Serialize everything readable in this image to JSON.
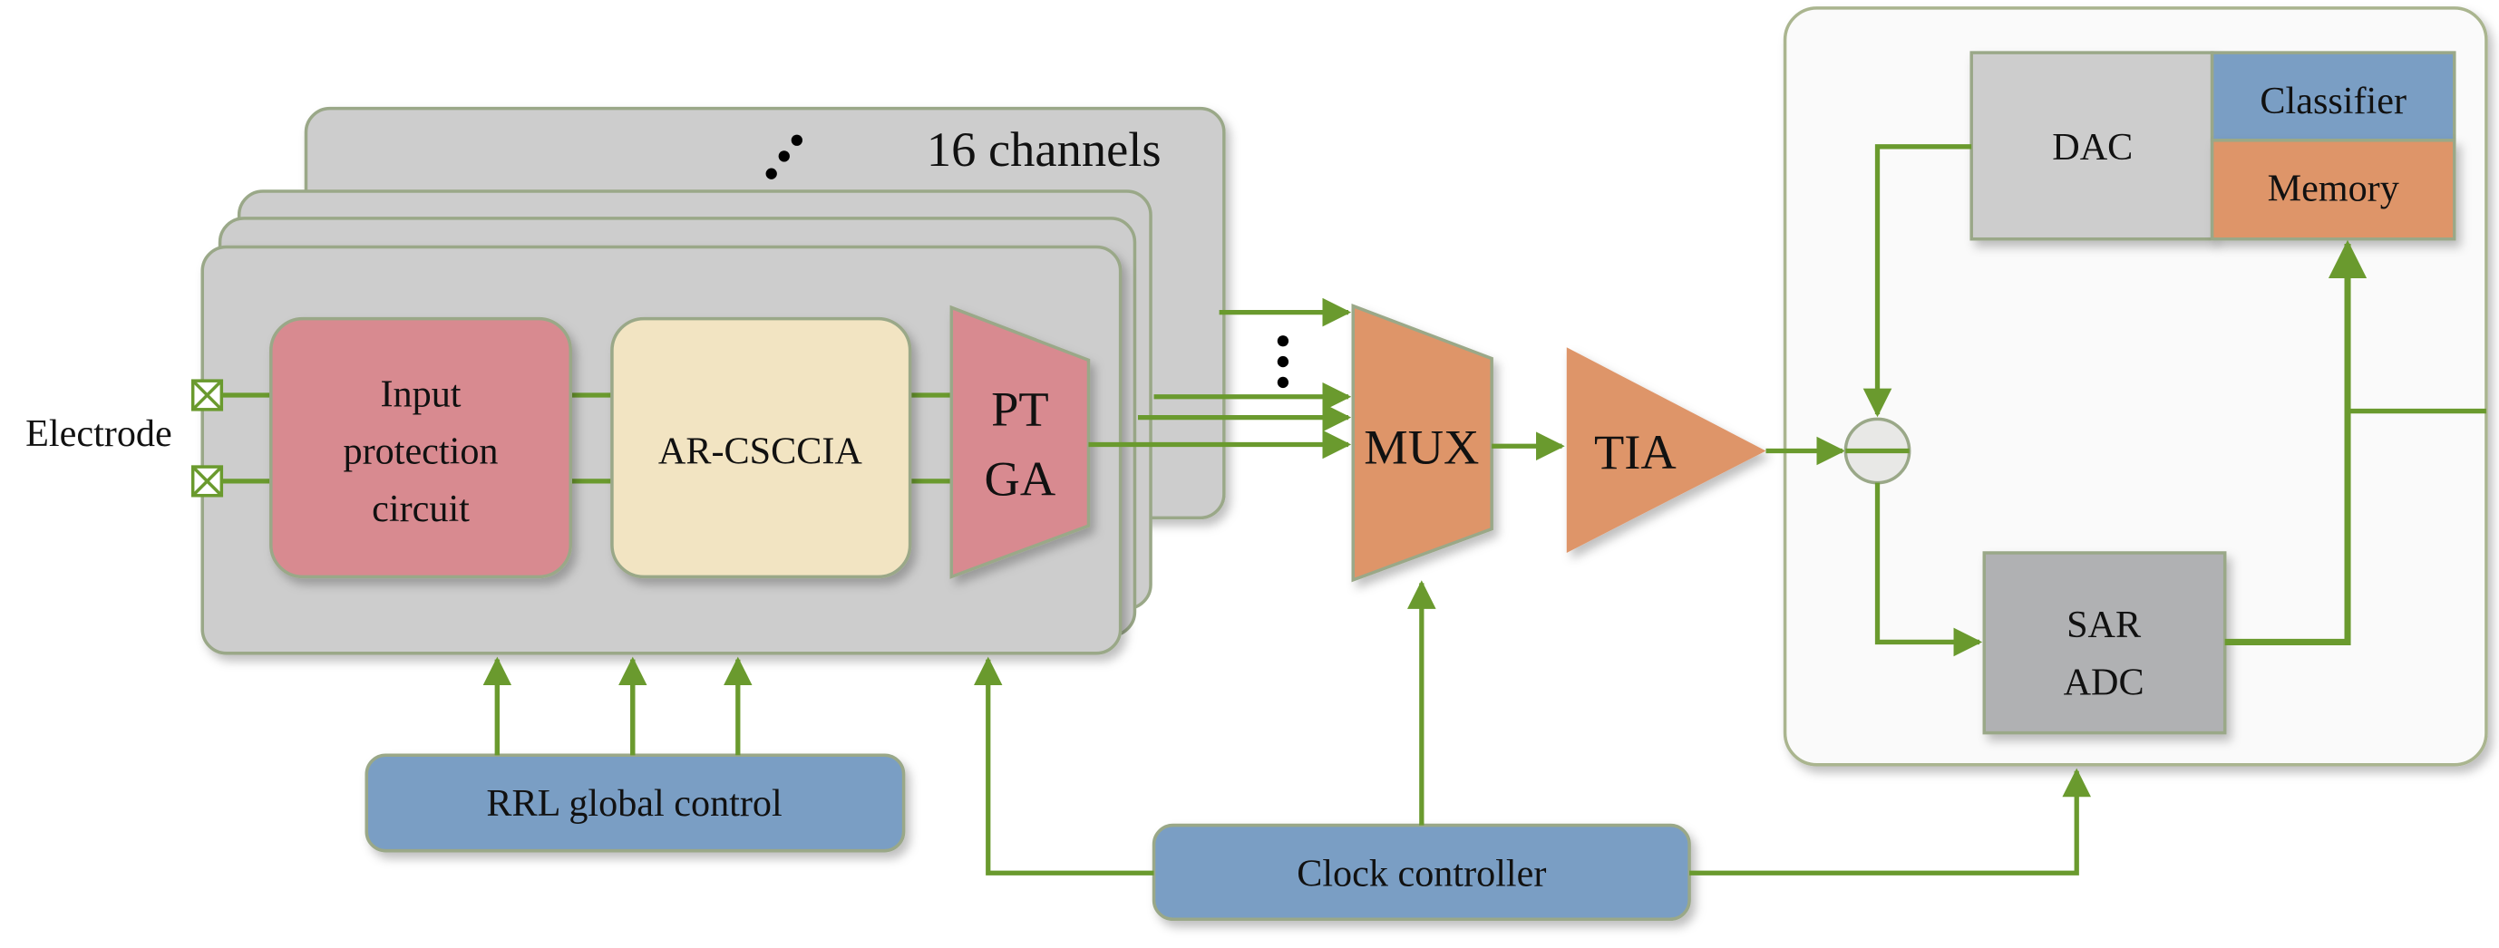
{
  "channels_label": "16 channels",
  "electrode_label": "Electrode",
  "blocks": {
    "input_protection": [
      "Input",
      "protection",
      "circuit"
    ],
    "ar_csccia": "AR-CSCCIA",
    "ptga": [
      "PT",
      "GA"
    ],
    "mux": "MUX",
    "tia": "TIA",
    "dac": "DAC",
    "classifier": "Classifier",
    "memory": "Memory",
    "sar_adc": [
      "SAR",
      "ADC"
    ],
    "rrl_global_control": "RRL global control",
    "clock_controller": "Clock controller"
  },
  "colors": {
    "wire": "#6a9a2e",
    "channel_panel": "#cdcdcd",
    "input_protection": "#d88a90",
    "ar_csccia": "#f2e4c2",
    "orange": "#de9569",
    "blue": "#7a9ec4",
    "dac": "#cdcdcd",
    "sar_adc": "#b0b1b3"
  }
}
